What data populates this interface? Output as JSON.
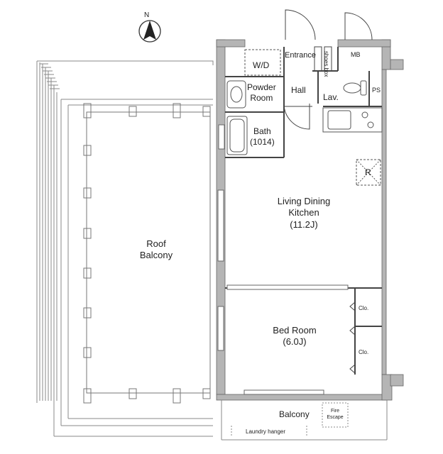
{
  "compass": {
    "label": "N"
  },
  "rooms": {
    "wd": "W/D",
    "entrance": "Entrance",
    "shoes_box": "shoes box",
    "mb": "MB",
    "powder_room": [
      "Powder",
      "Room"
    ],
    "hall": "Hall",
    "lav": "Lav.",
    "ps": "PS",
    "bath": [
      "Bath",
      "(1014)"
    ],
    "refrigerator": "R",
    "ldk": [
      "Living Dining",
      "Kitchen",
      "(11.2J)"
    ],
    "roof_balcony": [
      "Roof",
      "Balcony"
    ],
    "bedroom": [
      "Bed Room",
      "(6.0J)"
    ],
    "closet_1": "Clo.",
    "closet_2": "Clo.",
    "balcony": "Balcony",
    "fire_escape": [
      "Fire",
      "Escape"
    ],
    "laundry_hanger": "Laundry hanger"
  }
}
